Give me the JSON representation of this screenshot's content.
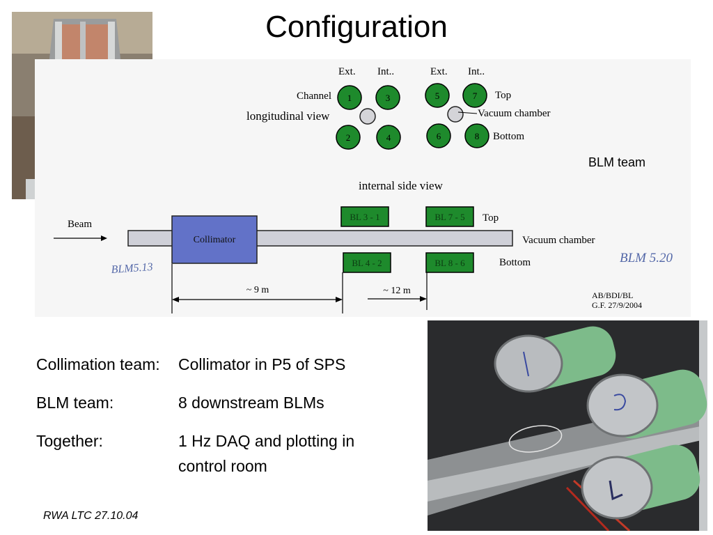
{
  "slide": {
    "title": "Configuration",
    "blm_team_note": "BLM team",
    "footer": "RWA LTC 27.10.04"
  },
  "diagram": {
    "longitudinal": {
      "col_labels": [
        "Ext.",
        "Int..",
        "Ext.",
        "Int.."
      ],
      "channel_label": "Channel",
      "view_label": "longitudinal view",
      "top_label": "Top",
      "vacuum_label": "Vacuum chamber",
      "bottom_label": "Bottom",
      "channels": [
        "1",
        "3",
        "5",
        "7",
        "2",
        "4",
        "6",
        "8"
      ]
    },
    "side": {
      "view_label": "internal side view",
      "beam_label": "Beam",
      "collimator_label": "Collimator",
      "vacuum_label": "Vacuum chamber",
      "top_label": "Top",
      "bottom_label": "Bottom",
      "blm_boxes": [
        "BL 3 - 1",
        "BL 7 - 5",
        "BL 4 - 2",
        "BL 8 - 6"
      ],
      "distance_1": "~ 9 m",
      "distance_2": "~ 12 m",
      "handwritten_left": "BLM5.13",
      "handwritten_right": "BLM 5.20",
      "credit_1": "AB/BDI/BL",
      "credit_2": "G.F. 27/9/2004"
    }
  },
  "info": [
    {
      "label": "Collimation team:",
      "value": "Collimator in P5 of SPS"
    },
    {
      "label": "BLM team:",
      "value": "8 downstream BLMs"
    },
    {
      "label": "Together:",
      "value": "1 Hz DAQ and plotting in control room"
    }
  ],
  "photos": {
    "photo_top_left_icon": "collimator-photo",
    "photo_bottom_right_icon": "blm-detectors-photo"
  }
}
